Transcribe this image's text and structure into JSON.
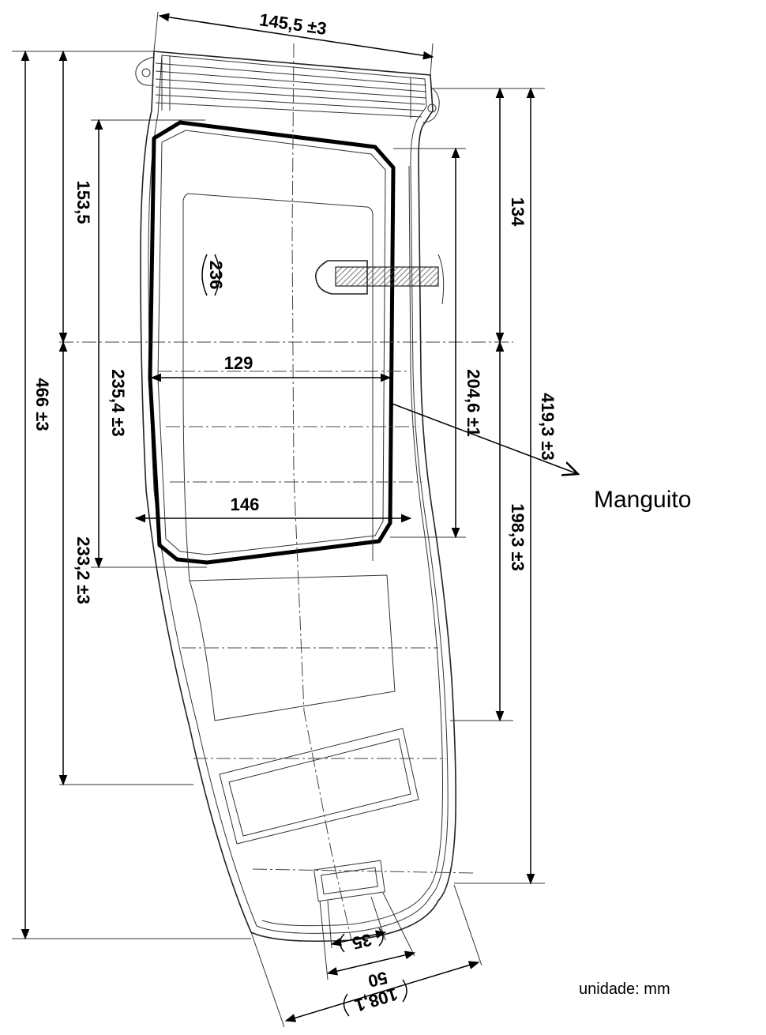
{
  "labels": {
    "width_top": "145,5 ±3",
    "height_153": "153,5",
    "height_total": "466 ±3",
    "height_235": "235,4 ±3",
    "height_233": "233,2 ±3",
    "circ_236": "236",
    "width_129": "129",
    "width_146": "146",
    "height_134": "134",
    "height_204": "204,6 ±1",
    "height_419": "419,3 ±3",
    "height_198": "198,3 ±3",
    "bottom_35": "35",
    "bottom_50": "50",
    "bottom_108": "108,1",
    "callout": "Manguito",
    "unit_note": "unidade: mm"
  }
}
